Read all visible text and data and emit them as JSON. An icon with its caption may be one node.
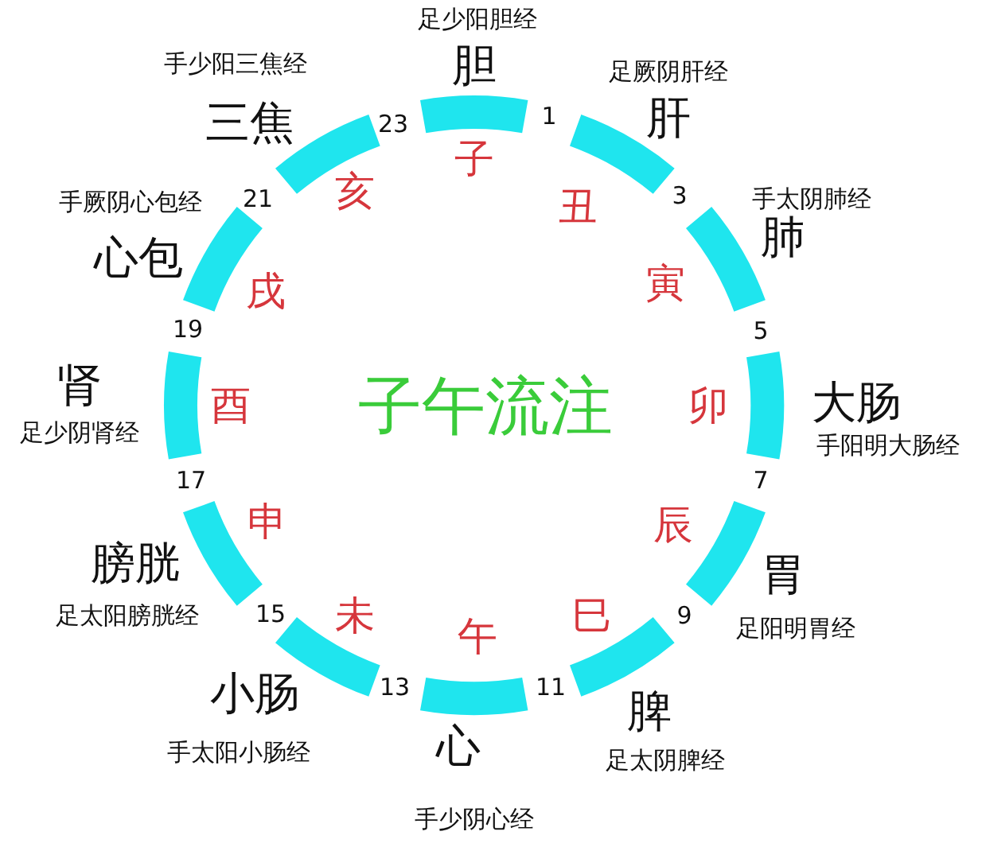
{
  "diagram": {
    "title": "子午流注",
    "nodes": [
      {
        "text": [],
        "shape": "arc",
        "beside": [
          "子",
          "胆",
          "足少阳胆经"
        ]
      },
      {
        "text": [],
        "shape": "arc",
        "beside": [
          "丑",
          "肝",
          "足厥阴肝经"
        ]
      },
      {
        "text": [],
        "shape": "arc",
        "beside": [
          "寅",
          "肺",
          "手太阴肺经"
        ]
      },
      {
        "text": [],
        "shape": "arc",
        "beside": [
          "卯",
          "大肠",
          "手阳明大肠经"
        ]
      },
      {
        "text": [],
        "shape": "arc",
        "beside": [
          "辰",
          "胃",
          "足阳明胃经"
        ]
      },
      {
        "text": [],
        "shape": "arc",
        "beside": [
          "巳",
          "脾",
          "足太阴脾经"
        ]
      },
      {
        "text": [],
        "shape": "arc",
        "beside": [
          "午",
          "心",
          "手少阴心经"
        ]
      },
      {
        "text": [],
        "shape": "arc",
        "beside": [
          "未",
          "小肠",
          "手太阳小肠经"
        ]
      },
      {
        "text": [],
        "shape": "arc",
        "beside": [
          "申",
          "膀胱",
          "足太阳膀胱经"
        ]
      },
      {
        "text": [],
        "shape": "arc",
        "beside": [
          "酉",
          "肾",
          "足少阴肾经"
        ]
      },
      {
        "text": [],
        "shape": "arc",
        "beside": [
          "戌",
          "心包",
          "手厥阴心包经"
        ]
      },
      {
        "text": [],
        "shape": "arc",
        "beside": [
          "亥",
          "三焦",
          "手少阳三焦经"
        ]
      }
    ],
    "labels": [
      "1",
      "3",
      "5",
      "7",
      "9",
      "11",
      "13",
      "15",
      "17",
      "19",
      "21",
      "23"
    ]
  }
}
